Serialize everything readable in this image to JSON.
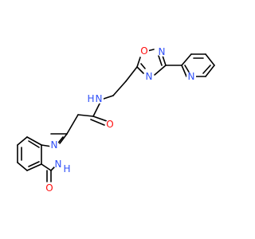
{
  "colors": {
    "bond": "#000000",
    "nitrogen": "#3050F8",
    "oxygen": "#FF0D0D",
    "carbon": "#000000"
  },
  "atom_labels": {
    "oxadiazole_o": "O",
    "oxadiazole_n2": "N",
    "oxadiazole_n4": "N",
    "pyridine_n": "N",
    "amide_nh": "N",
    "amide_h": "H",
    "carbonyl_o": "O",
    "quinazoline_n1": "N",
    "quinazoline_n3": "N",
    "quinazoline_h": "H",
    "quinazolinone_o": "O"
  }
}
